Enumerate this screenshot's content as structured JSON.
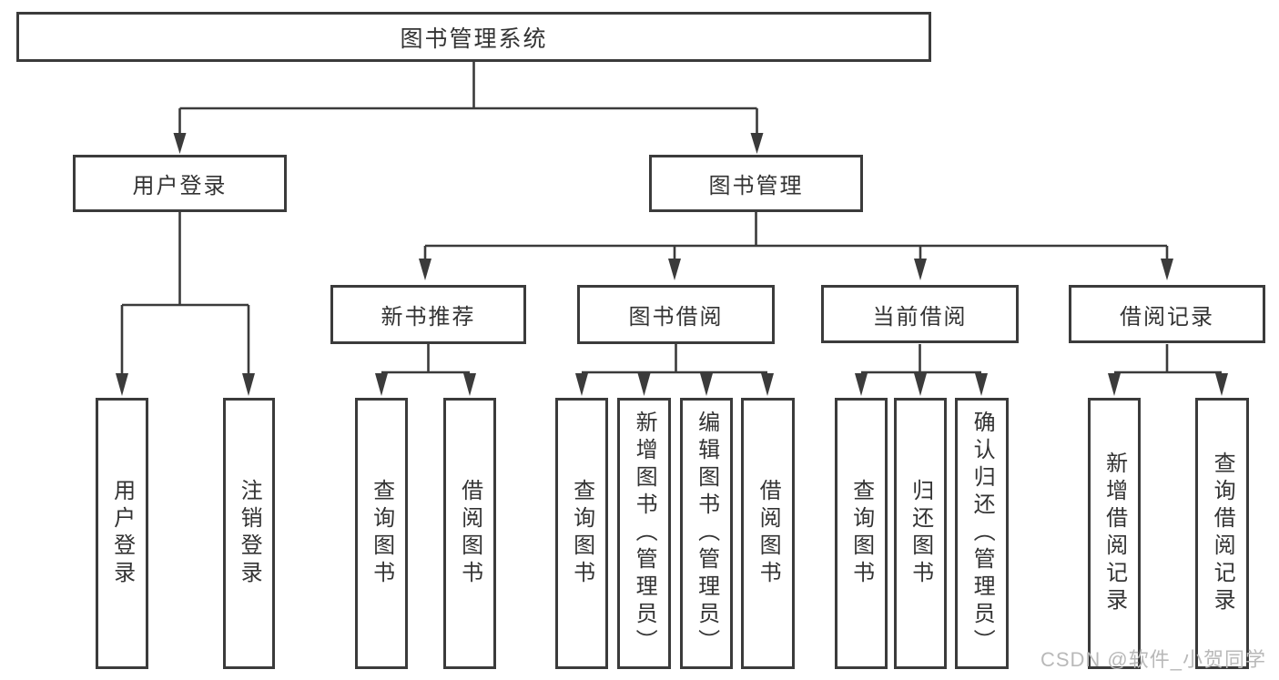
{
  "colors": {
    "line": "#3b3b3b",
    "text": "#333333",
    "box_background": "#ffffff",
    "watermark": "#b9b9b9"
  },
  "watermark": {
    "text": "CSDN @软件_小贺同学"
  },
  "tree": {
    "root": {
      "label": "图书管理系统",
      "children": [
        {
          "label": "用户登录",
          "children": [
            {
              "label": "用户登录"
            },
            {
              "label": "注销登录"
            }
          ]
        },
        {
          "label": "图书管理",
          "children": [
            {
              "label": "新书推荐",
              "children": [
                {
                  "label": "查询图书"
                },
                {
                  "label": "借阅图书"
                }
              ]
            },
            {
              "label": "图书借阅",
              "children": [
                {
                  "label": "查询图书"
                },
                {
                  "label": "新增图书（管理员）"
                },
                {
                  "label": "编辑图书（管理员）"
                },
                {
                  "label": "借阅图书"
                }
              ]
            },
            {
              "label": "当前借阅",
              "children": [
                {
                  "label": "查询图书"
                },
                {
                  "label": "归还图书"
                },
                {
                  "label": "确认归还（管理员）"
                }
              ]
            },
            {
              "label": "借阅记录",
              "children": [
                {
                  "label": "新增借阅记录"
                },
                {
                  "label": "查询借阅记录"
                }
              ]
            }
          ]
        }
      ]
    }
  }
}
